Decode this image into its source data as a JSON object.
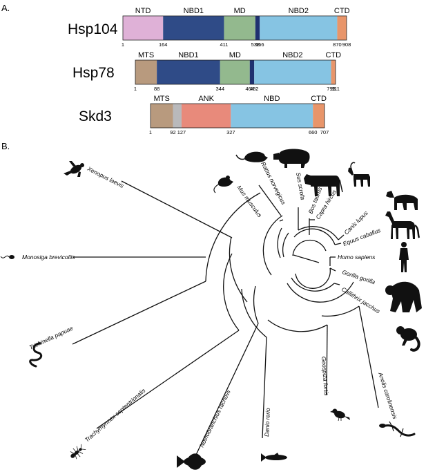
{
  "panels": {
    "a_label": "A.",
    "b_label": "B."
  },
  "colors": {
    "pink": "#dfb1d7",
    "dark_blue": "#2f4b87",
    "green": "#93b98e",
    "light_blue": "#86c4e3",
    "orange": "#e8956a",
    "tan": "#b89a7e",
    "gray": "#b9b9bb",
    "salmon": "#e88a7b",
    "navy": "#1f3170"
  },
  "proteins": [
    {
      "name": "Hsp104",
      "length": 908,
      "domains": [
        {
          "label": "NTD",
          "start": 1,
          "end": 164,
          "color": "#dfb1d7"
        },
        {
          "label": "NBD1",
          "start": 164,
          "end": 411,
          "color": "#2f4b87"
        },
        {
          "label": "MD",
          "start": 411,
          "end": 538,
          "color": "#93b98e"
        },
        {
          "label": "",
          "start": 538,
          "end": 556,
          "color": "#1f3170"
        },
        {
          "label": "NBD2",
          "start": 556,
          "end": 870,
          "color": "#86c4e3"
        },
        {
          "label": "CTD",
          "start": 870,
          "end": 908,
          "color": "#e8956a"
        }
      ],
      "positions": [
        "1",
        "164",
        "411",
        "538",
        "556",
        "870",
        "908"
      ]
    },
    {
      "name": "Hsp78",
      "length": 811,
      "domains": [
        {
          "label": "MTS",
          "start": 1,
          "end": 88,
          "color": "#b89a7e"
        },
        {
          "label": "NBD1",
          "start": 88,
          "end": 344,
          "color": "#2f4b87"
        },
        {
          "label": "MD",
          "start": 344,
          "end": 464,
          "color": "#93b98e"
        },
        {
          "label": "",
          "start": 464,
          "end": 482,
          "color": "#1f3170"
        },
        {
          "label": "NBD2",
          "start": 482,
          "end": 793,
          "color": "#86c4e3"
        },
        {
          "label": "CTD",
          "start": 793,
          "end": 811,
          "color": "#e8956a"
        }
      ],
      "positions": [
        "1",
        "88",
        "344",
        "464",
        "482",
        "793",
        "811"
      ]
    },
    {
      "name": "Skd3",
      "length": 707,
      "domains": [
        {
          "label": "MTS",
          "start": 1,
          "end": 92,
          "color": "#b89a7e"
        },
        {
          "label": "",
          "start": 92,
          "end": 127,
          "color": "#b9b9bb"
        },
        {
          "label": "ANK",
          "start": 127,
          "end": 327,
          "color": "#e88a7b"
        },
        {
          "label": "NBD",
          "start": 327,
          "end": 660,
          "color": "#86c4e3"
        },
        {
          "label": "CTD",
          "start": 660,
          "end": 707,
          "color": "#e8956a"
        }
      ],
      "positions": [
        "1",
        "92",
        "127",
        "327",
        "660",
        "707"
      ]
    }
  ],
  "tree": {
    "species": [
      {
        "name": "Xenopus laevis",
        "icon": "frog-silhouette"
      },
      {
        "name": "Monosiga brevicollis",
        "icon": "choanoflagellate-silhouette"
      },
      {
        "name": "Trichinella papuae",
        "icon": "worm-silhouette"
      },
      {
        "name": "Trachymyrmex septentrionalis",
        "icon": "ant-silhouette"
      },
      {
        "name": "Nothobranchius rachovii",
        "icon": "killifish-silhouette"
      },
      {
        "name": "Danio rerio",
        "icon": "zebrafish-silhouette"
      },
      {
        "name": "Geospiza fortis",
        "icon": "finch-silhouette"
      },
      {
        "name": "Anolis carolinensis",
        "icon": "lizard-silhouette"
      },
      {
        "name": "Callithrix jacchus",
        "icon": "marmoset-silhouette"
      },
      {
        "name": "Gorilla gorilla",
        "icon": "gorilla-silhouette"
      },
      {
        "name": "Homo sapiens",
        "icon": "human-silhouette"
      },
      {
        "name": "Equus caballus",
        "icon": "horse-silhouette"
      },
      {
        "name": "Canis lupus",
        "icon": "dog-silhouette"
      },
      {
        "name": "Capra hircus",
        "icon": "goat-silhouette"
      },
      {
        "name": "Bos taurus",
        "icon": "cow-silhouette"
      },
      {
        "name": "Sus scrofa",
        "icon": "pig-silhouette"
      },
      {
        "name": "Rattus norvegicus",
        "icon": "rat-silhouette"
      },
      {
        "name": "Mus musculus",
        "icon": "mouse-silhouette"
      }
    ]
  }
}
